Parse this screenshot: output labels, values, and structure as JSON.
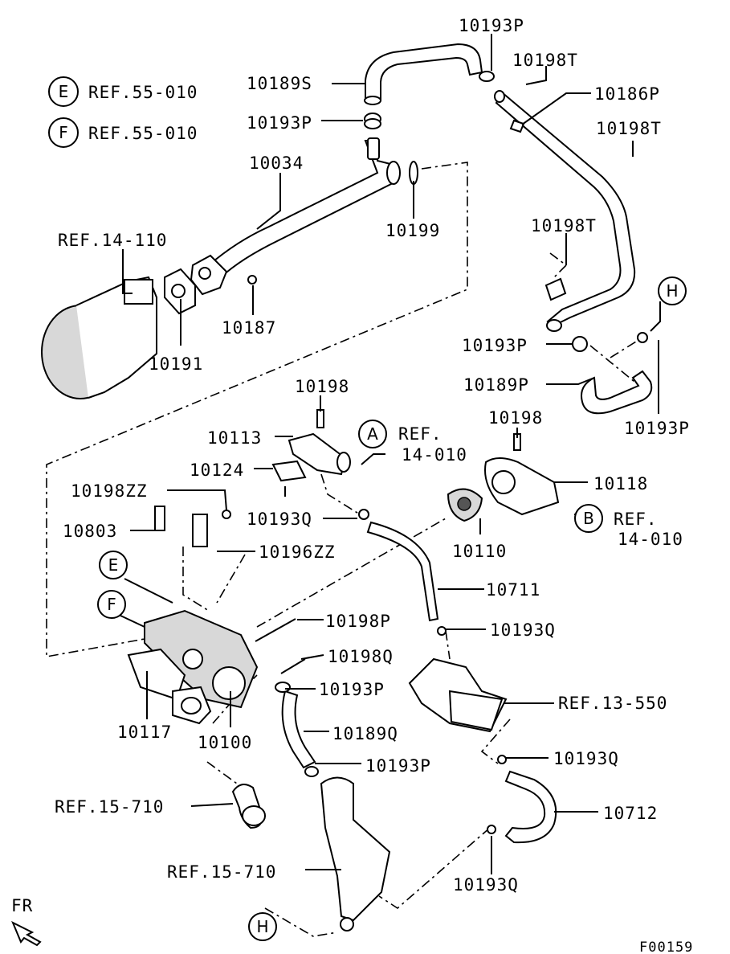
{
  "diagram": {
    "figure_code": "F00159",
    "front_indicator": "FR",
    "references": [
      {
        "letter": "E",
        "text": "REF.55-010"
      },
      {
        "letter": "F",
        "text": "REF.55-010"
      }
    ],
    "callouts": {
      "A": "A",
      "B": "B",
      "E": "E",
      "F": "F",
      "H1": "H",
      "H2": "H"
    },
    "ref_labels": {
      "ref_14_110": "REF.14-110",
      "ref_a_line1": "REF.",
      "ref_a_line2": "14-010",
      "ref_b_line1": "REF.",
      "ref_b_line2": "14-010",
      "ref_13_550": "REF.13-550",
      "ref_15_710_a": "REF.15-710",
      "ref_15_710_b": "REF.15-710"
    },
    "parts": {
      "p10193P_top": "10193P",
      "p10198T_top": "10198T",
      "p10189S": "10189S",
      "p10186P": "10186P",
      "p10193P_2": "10193P",
      "p10198T_2": "10198T",
      "p10034": "10034",
      "p10199": "10199",
      "p10198T_3": "10198T",
      "p10187": "10187",
      "p10191": "10191",
      "p10193P_3": "10193P",
      "p10189P": "10189P",
      "p10193P_4": "10193P",
      "p10198_a": "10198",
      "p10113": "10113",
      "p10198_b": "10198",
      "p10124": "10124",
      "p10118": "10118",
      "p10198ZZ": "10198ZZ",
      "p10193Q_1": "10193Q",
      "p10803": "10803",
      "p10196ZZ": "10196ZZ",
      "p10110": "10110",
      "p10711": "10711",
      "p10198P": "10198P",
      "p10193Q_2": "10193Q",
      "p10198Q": "10198Q",
      "p10193P_5": "10193P",
      "p10117": "10117",
      "p10100": "10100",
      "p10189Q": "10189Q",
      "p10193P_6": "10193P",
      "p10193Q_3": "10193Q",
      "p10712": "10712",
      "p10193Q_4": "10193Q"
    }
  }
}
